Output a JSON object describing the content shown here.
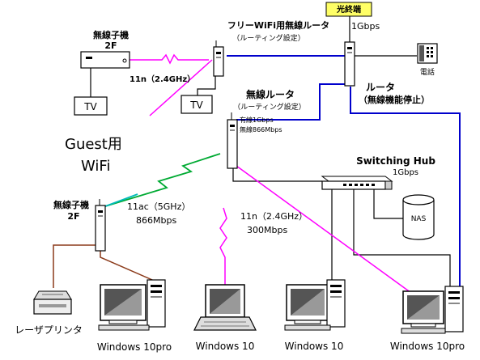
{
  "fiber": {
    "label": "光終端",
    "speed": "1Gbps"
  },
  "guest_router": {
    "label": "フリーWiFi用無線ルータ",
    "sub": "（ルーティング設定）"
  },
  "wireless_router": {
    "label": "無線ルータ",
    "sub": "（ルーティング設定）",
    "spec_wired": "有線1Gbps",
    "spec_wireless": "無線866Mbps"
  },
  "main_router": {
    "label": "ルータ",
    "sub": "（無線機能停止）"
  },
  "phone": {
    "label": "電話"
  },
  "child_2f_top": {
    "label": "無線子機",
    "floor": "2F"
  },
  "child_2f_left": {
    "label": "無線子機",
    "floor": "2F"
  },
  "tv_left": {
    "label": "TV"
  },
  "tv_right": {
    "label": "TV"
  },
  "link_24_top": {
    "label": "11n（2.4GHz）"
  },
  "guest_wifi": {
    "line1": "Guest用",
    "line2": "WiFi"
  },
  "link_5g": {
    "band": "11ac（5GHz）",
    "speed": "866Mbps"
  },
  "link_24_mid": {
    "band": "11n（2.4GHz）",
    "speed": "300Mbps"
  },
  "switch": {
    "label": "Switching Hub",
    "speed": "1Gbps"
  },
  "nas": {
    "label": "NAS"
  },
  "printer": {
    "label": "レーザプリンタ"
  },
  "pcs": [
    {
      "label": "Windows 10pro"
    },
    {
      "label": "Windows 10"
    },
    {
      "label": "Windows 10"
    },
    {
      "label": "Windows 10pro"
    }
  ],
  "colors": {
    "blue_link": "#0000cc",
    "magenta_wifi": "#ff00ff",
    "green_wifi": "#00aa33",
    "brown_link": "#8b3a1a",
    "fiber_box": "#ffff66"
  }
}
